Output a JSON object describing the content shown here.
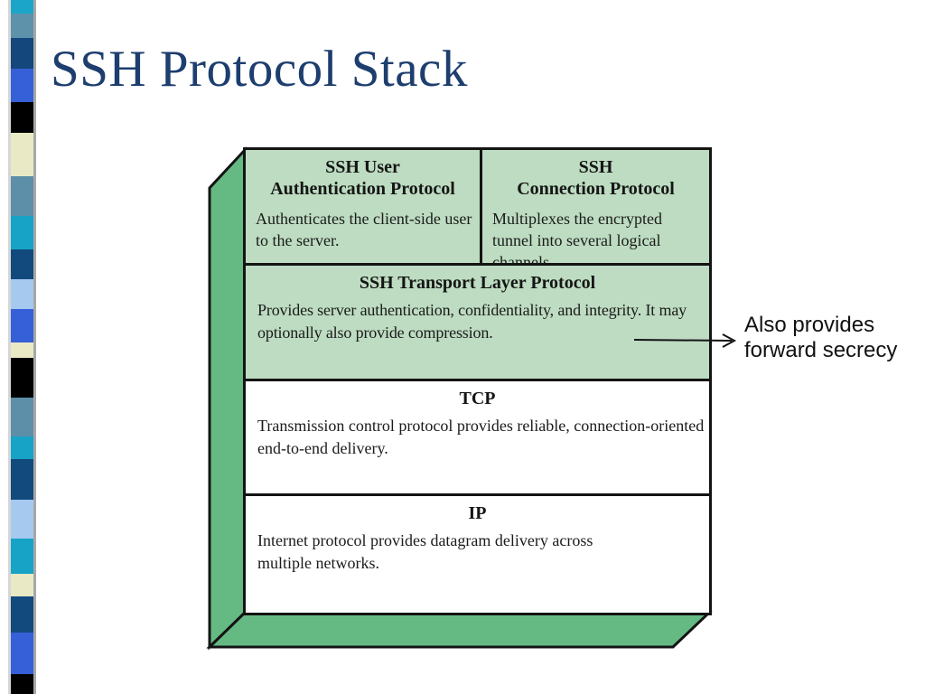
{
  "slide": {
    "title": "SSH Protocol Stack",
    "title_color": "#1d3e6e",
    "background": "#ffffff"
  },
  "diagram": {
    "border_color": "#141414",
    "face_green": "#bddcc1",
    "side_green": "#65ba83",
    "top_row": {
      "left": {
        "title": "SSH User\nAuthentication Protocol",
        "body": "Authenticates the client-side user to the server."
      },
      "right": {
        "title": "SSH\nConnection Protocol",
        "body": "Multiplexes the encrypted tunnel into several logical channels."
      }
    },
    "transport": {
      "title": "SSH Transport Layer Protocol",
      "body": "Provides server authentication, confidentiality, and integrity. It may optionally also provide compression."
    },
    "tcp": {
      "title": "TCP",
      "body": "Transmission control protocol provides reliable, connection-oriented end-to-end delivery."
    },
    "ip": {
      "title": "IP",
      "body": "Internet protocol provides datagram delivery across multiple networks."
    }
  },
  "annotation": {
    "text": "Also provides\nforward secrecy"
  },
  "decoration": {
    "strip_segments": [
      {
        "h": 15,
        "c": "#1ba6c9"
      },
      {
        "h": 27,
        "c": "#5d92aa"
      },
      {
        "h": 34,
        "c": "#14477c"
      },
      {
        "h": 37,
        "c": "#3660d8"
      },
      {
        "h": 34,
        "c": "#000000"
      },
      {
        "h": 48,
        "c": "#e9e9c6"
      },
      {
        "h": 44,
        "c": "#5d8fa8"
      },
      {
        "h": 37,
        "c": "#17a3c6"
      },
      {
        "h": 33,
        "c": "#134a7e"
      },
      {
        "h": 33,
        "c": "#a6c9f0"
      },
      {
        "h": 37,
        "c": "#3660d8"
      },
      {
        "h": 17,
        "c": "#e9e9c6"
      },
      {
        "h": 44,
        "c": "#000000"
      },
      {
        "h": 43,
        "c": "#5d8fa8"
      },
      {
        "h": 25,
        "c": "#17a3c6"
      },
      {
        "h": 45,
        "c": "#134a7e"
      },
      {
        "h": 43,
        "c": "#a6c9f0"
      },
      {
        "h": 39,
        "c": "#17a3c6"
      },
      {
        "h": 25,
        "c": "#e9e9c6"
      },
      {
        "h": 40,
        "c": "#134a7e"
      },
      {
        "h": 46,
        "c": "#3660d8"
      },
      {
        "h": 22,
        "c": "#000000"
      }
    ]
  }
}
